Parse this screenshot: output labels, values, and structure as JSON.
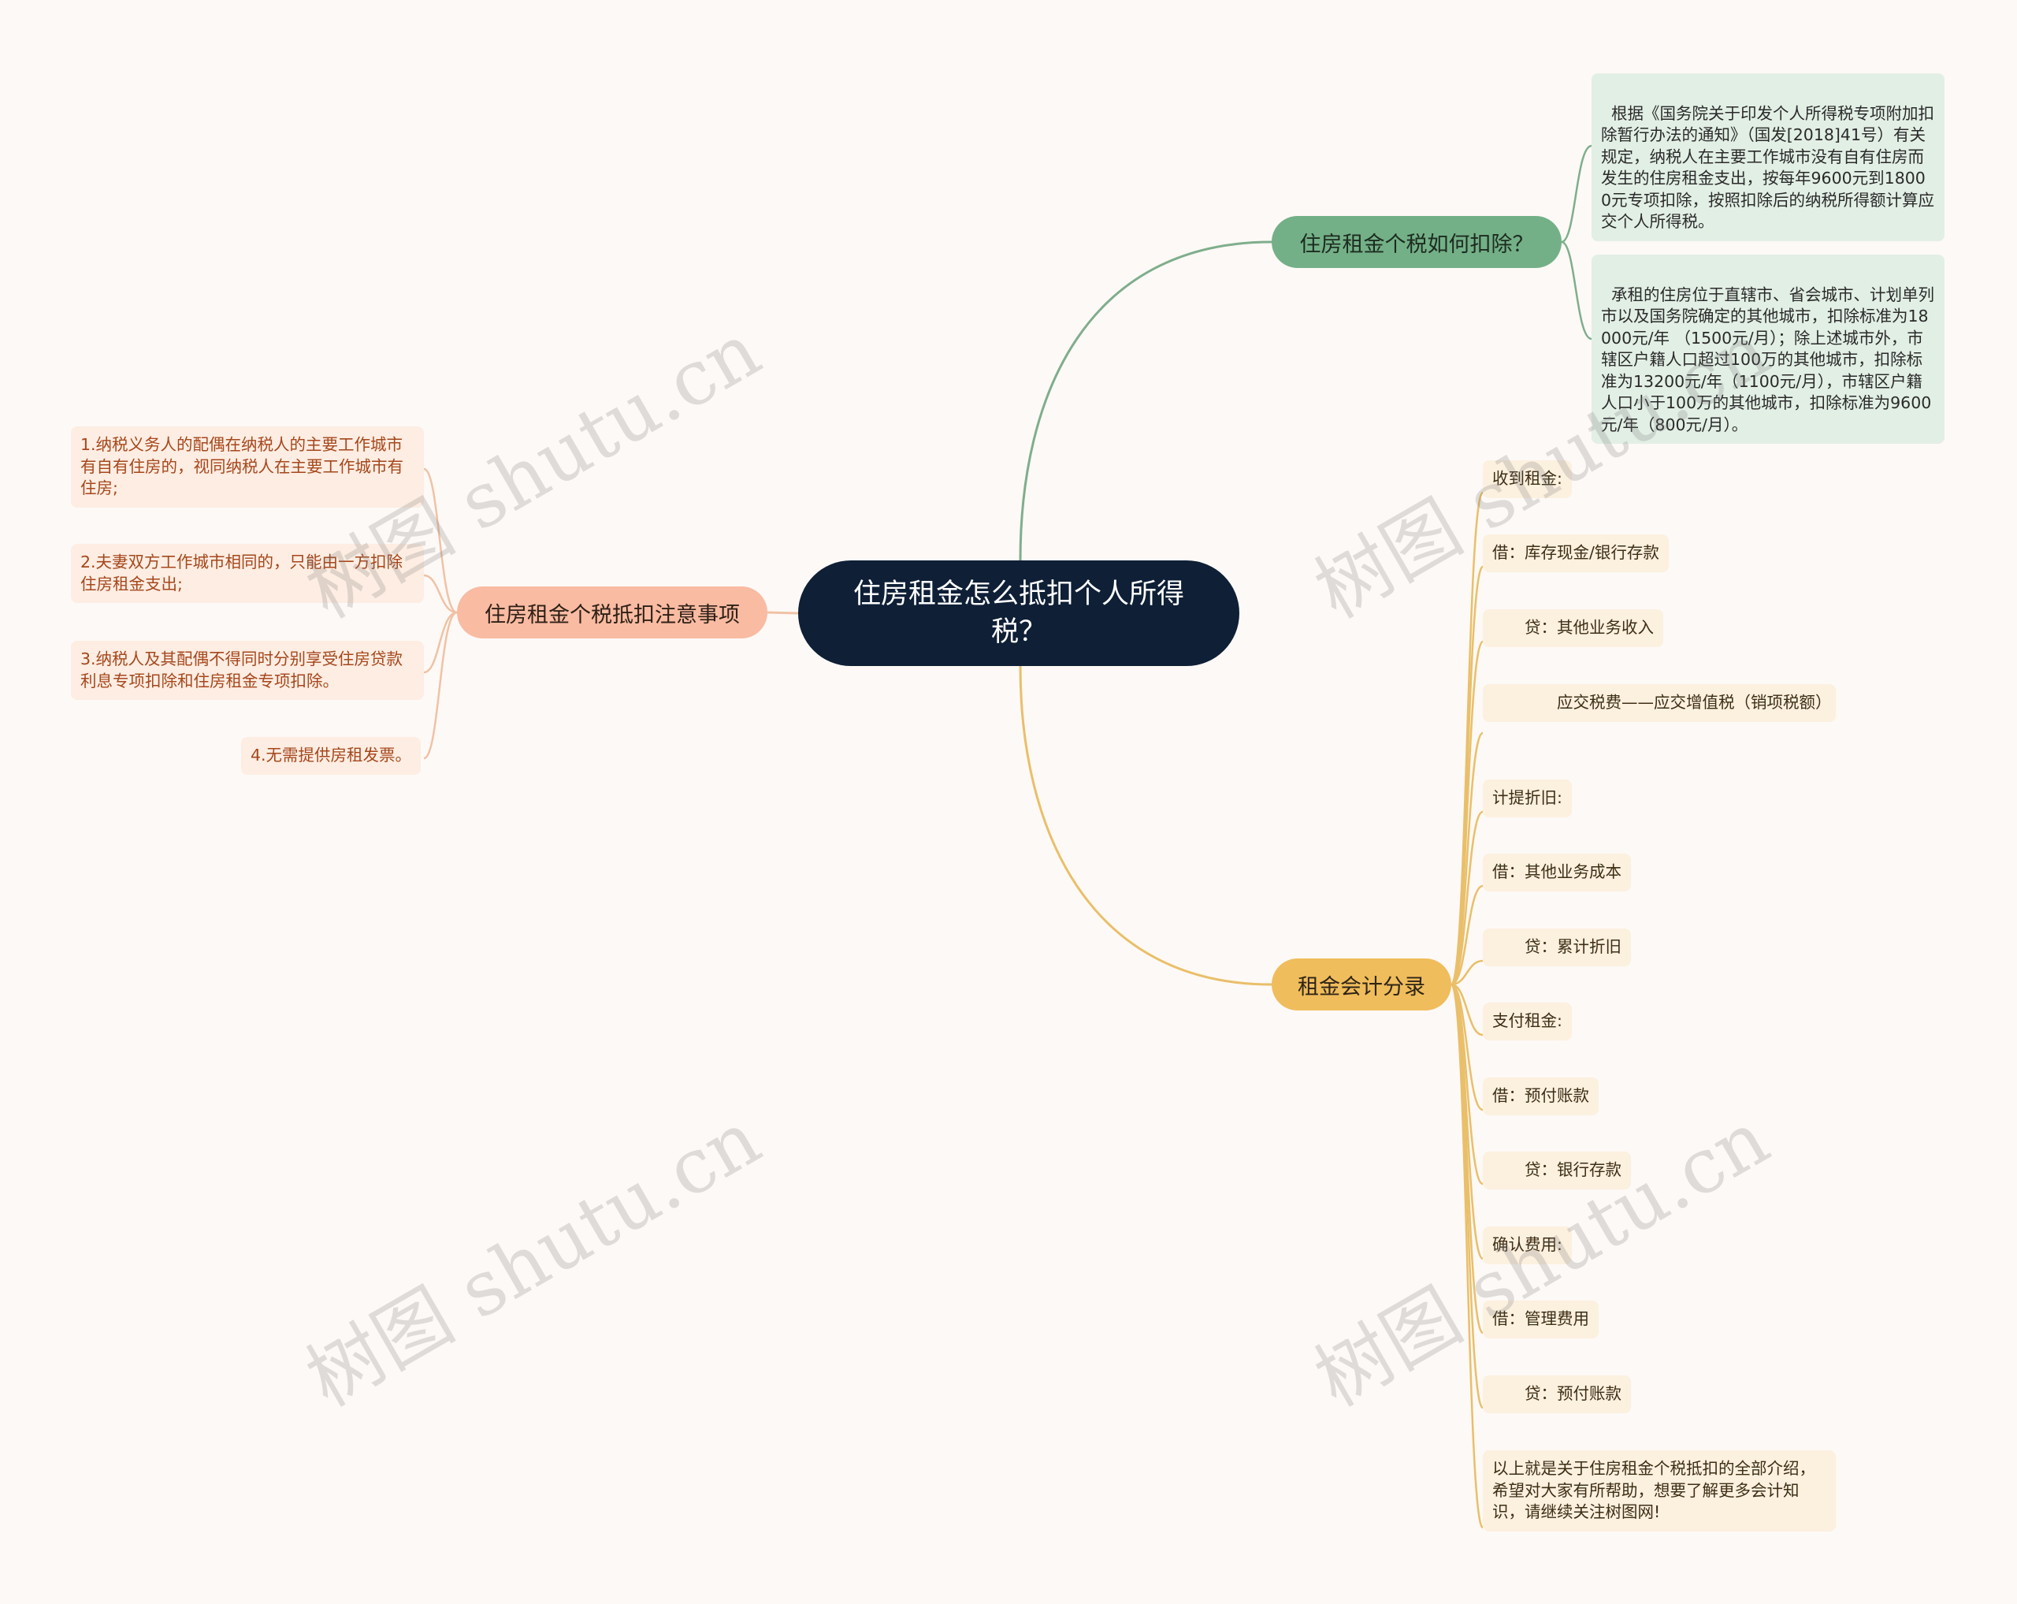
{
  "root": {
    "title": "住房租金怎么抵扣个人所得税？"
  },
  "branches": {
    "deduction": {
      "label": "住房租金个税如何扣除？",
      "items": [
        "根据《国务院关于印发个人所得税专项附加扣除暂行办法的通知》（国发[2018]41号）有关规定，纳税人在主要工作城市没有自有住房而发生的住房租金支出，按每年9600元到18000元专项扣除，按照扣除后的纳税所得额计算应交个人所得税。",
        "承租的住房位于直辖市、省会城市、计划单列市以及国务院确定的其他城市，扣除标准为18000元/年 （1500元/月）；除上述城市外，市辖区户籍人口超过100万的其他城市，扣除标准为13200元/年（1100元/月），市辖区户籍人口小于100万的其他城市，扣除标准为9600元/年（800元/月）。"
      ]
    },
    "accounting": {
      "label": "租金会计分录",
      "items": [
        "收到租金:",
        "借：库存现金/银行存款",
        "　　贷：其他业务收入",
        "　　　　应交税费——应交增值税（销项税额）",
        "计提折旧:",
        "借：其他业务成本",
        "　　贷：累计折旧",
        "支付租金:",
        "借：预付账款",
        "　　贷：银行存款",
        "确认费用:",
        "借：管理费用",
        "　　贷：预付账款",
        "以上就是关于住房租金个税抵扣的全部介绍，希望对大家有所帮助，想要了解更多会计知识，请继续关注树图网!"
      ]
    },
    "notes": {
      "label": "住房租金个税抵扣注意事项",
      "items": [
        "1.纳税义务人的配偶在纳税人的主要工作城市有自有住房的，视同纳税人在主要工作城市有住房;",
        "2.夫妻双方工作城市相同的，只能由一方扣除住房租金支出;",
        "3.纳税人及其配偶不得同时分别享受住房贷款利息专项扣除和住房租金专项扣除。",
        "4.无需提供房租发票。"
      ]
    }
  },
  "watermark": "树图 shutu.cn",
  "colors": {
    "background": "#fdf9f6",
    "root": "#0e1f36",
    "green_branch": "#74b087",
    "orange_branch": "#f0bd5c",
    "salmon_branch": "#f9bba2",
    "green_link": "#7fae8c",
    "orange_link": "#e9bf6a",
    "salmon_link": "#f0c2a6"
  }
}
